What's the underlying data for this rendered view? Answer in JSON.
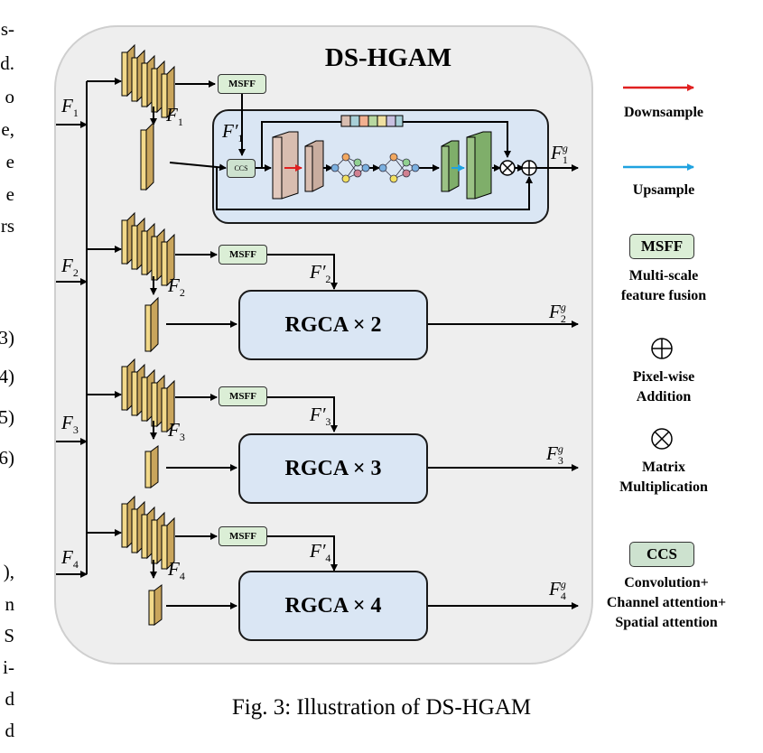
{
  "left_text_fragments": [
    "s-",
    "d.",
    "o",
    "e,",
    "e",
    "e",
    "rs",
    "3)",
    "4)",
    "5)",
    "6)",
    "),",
    "n",
    "S",
    "i-",
    "d",
    "d"
  ],
  "title": "DS-HGAM",
  "caption": "Fig. 3: Illustration of DS-HGAM",
  "msff_label": "MSFF",
  "ccs_label": "CCS",
  "rgca_blocks": [
    "RGCA × 2",
    "RGCA × 3",
    "RGCA × 4"
  ],
  "inputs": [
    {
      "base": "F",
      "sub": "1"
    },
    {
      "base": "F",
      "sub": "2"
    },
    {
      "base": "F",
      "sub": "3"
    },
    {
      "base": "F",
      "sub": "4"
    }
  ],
  "outputs": [
    {
      "base": "F",
      "sub": "1",
      "sup": "g"
    },
    {
      "base": "F",
      "sub": "2",
      "sup": "g"
    },
    {
      "base": "F",
      "sub": "3",
      "sup": "g"
    },
    {
      "base": "F",
      "sub": "4",
      "sup": "g"
    }
  ],
  "primes": [
    {
      "base": "F′",
      "sub": "1"
    },
    {
      "base": "F′",
      "sub": "2"
    },
    {
      "base": "F′",
      "sub": "3"
    },
    {
      "base": "F′",
      "sub": "4"
    }
  ],
  "legend": {
    "downsample": "Downsample",
    "upsample": "Upsample",
    "msff_box": "MSFF",
    "msff_desc_1": "Multi-scale",
    "msff_desc_2": "feature fusion",
    "addition_1": "Pixel-wise",
    "addition_2": "Addition",
    "multiplication_1": "Matrix",
    "multiplication_2": "Multiplication",
    "ccs_box": "CCS",
    "ccs_desc_1": "Convolution+",
    "ccs_desc_2": "Channel attention+",
    "ccs_desc_3": "Spatial attention"
  },
  "colors": {
    "panel_bg": "#eeeeee",
    "block_fill": "#dae6f4",
    "msff_fill": "#dbeed6",
    "ccs_fill": "#cde2cf",
    "feature_fill": "#f2d98a",
    "downsample_arrow": "#e02020",
    "upsample_arrow": "#1fa2e0"
  },
  "icons": [
    "feature-stack-icon",
    "graph-network-icon",
    "pixel-addition-icon",
    "matrix-multiplication-icon"
  ]
}
